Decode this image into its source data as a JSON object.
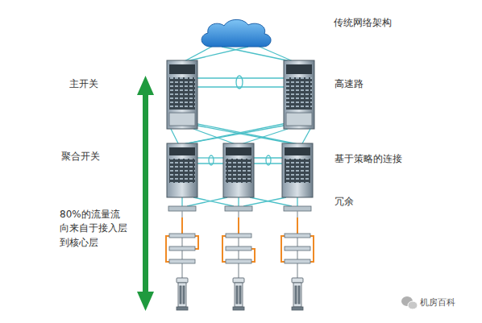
{
  "diagram": {
    "title": "传统网络架构",
    "labels": [
      "主开关",
      "高速路",
      "聚合开关",
      "基于策略的连接",
      "冗余",
      "80%的流量流向来自于接入层到核心层",
      "机房百科"
    ]
  }
}
